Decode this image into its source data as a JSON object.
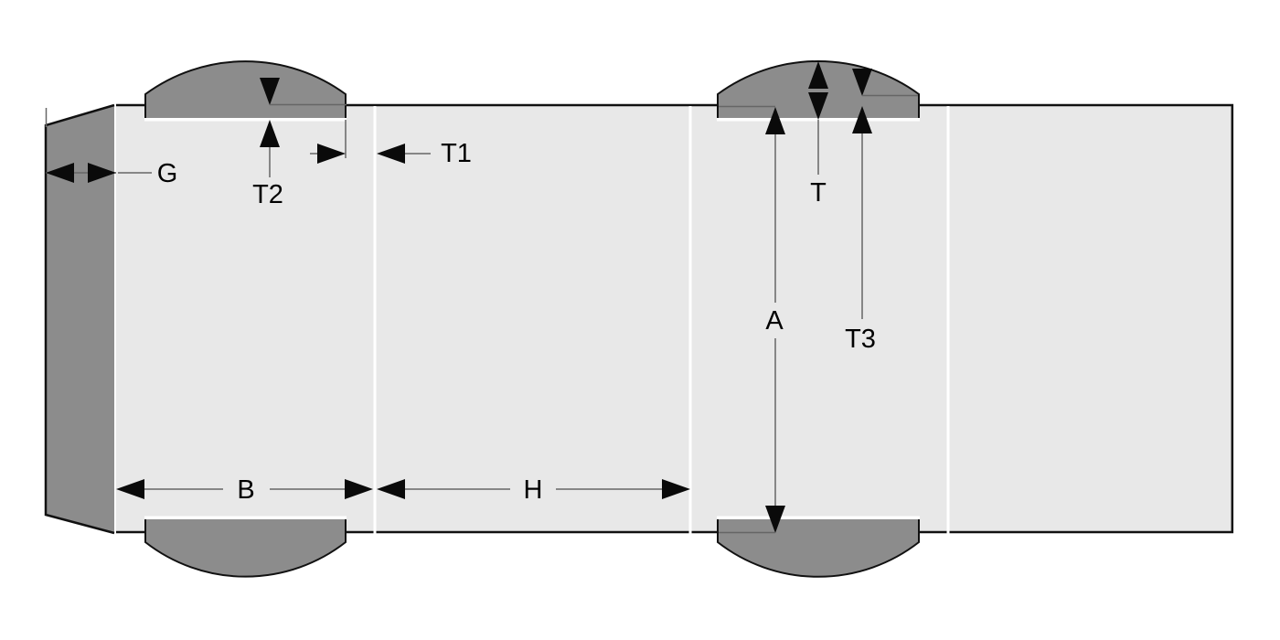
{
  "diagram": {
    "kind": "folding-carton-dieline",
    "dimension_labels": {
      "g": "G",
      "t2": "T2",
      "t1": "T1",
      "t": "T",
      "a": "A",
      "t3": "T3",
      "b": "B",
      "h": "H"
    },
    "colors": {
      "background": "#ffffff",
      "panel_fill": "#e8e8e8",
      "flap_fill": "#8c8c8c",
      "outline": "#111111",
      "fold_gap": "#ffffff",
      "dimension_line": "#666666",
      "arrowhead": "#0a0a0a",
      "label_text": "#000000"
    }
  }
}
